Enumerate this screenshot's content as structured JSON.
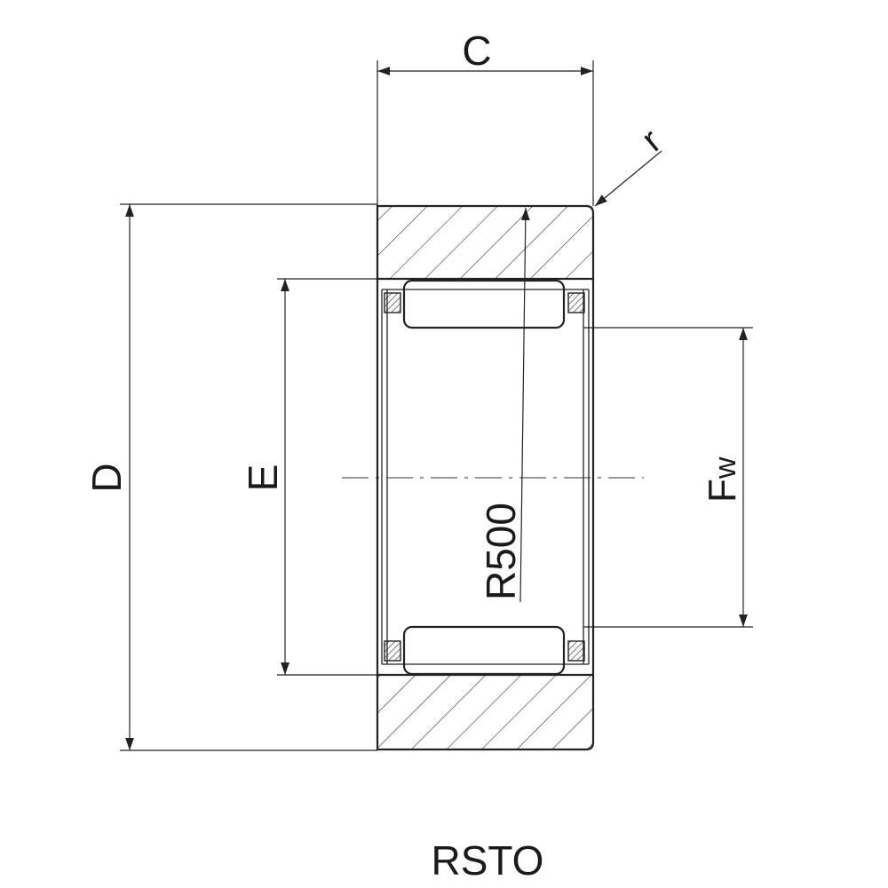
{
  "drawing": {
    "title": "RSTO",
    "dimensions": {
      "outer_diameter": "D",
      "raceway_diameter": "E",
      "width": "C",
      "bore_main": "F",
      "bore_sub": "w",
      "corner_radius": "r",
      "crown_radius": "R500"
    }
  }
}
